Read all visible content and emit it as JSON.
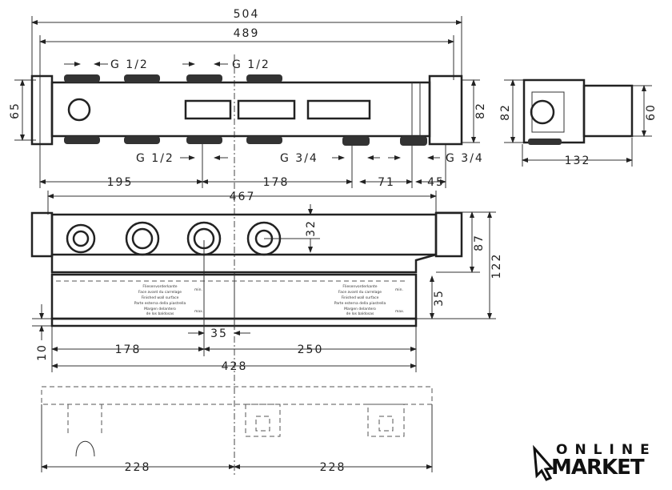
{
  "dimensions": {
    "overall_width": "504",
    "inner_width": "489",
    "thread_top_left": "G 1/2",
    "thread_top_right": "G 1/2",
    "thread_bottom_left": "G 1/2",
    "thread_bottom_mid": "G 3/4",
    "thread_bottom_right": "G 3/4",
    "top_height": "65",
    "top_height_right": "82",
    "d195": "195",
    "d178_top": "178",
    "d71": "71",
    "d45": "45",
    "d467": "467",
    "d32": "32",
    "d87": "87",
    "d122": "122",
    "d35_vertical": "35",
    "d10": "10",
    "d35_horizontal": "35",
    "d178_front": "178",
    "d250": "250",
    "d428": "428",
    "d228_left": "228",
    "d228_right": "228",
    "side_height": "82",
    "side_height_inner": "60",
    "side_depth": "132"
  },
  "tile_label": {
    "lines": [
      "Fliesenvorderkante",
      "Face avant du carrelage",
      "Finished wall surface",
      "Parte esterna della piastrella",
      "Margen delantero",
      "de los baldosas"
    ],
    "min": "min.",
    "max": "max."
  },
  "logo": {
    "line1": "ONLINE",
    "line2": "MARKET"
  }
}
